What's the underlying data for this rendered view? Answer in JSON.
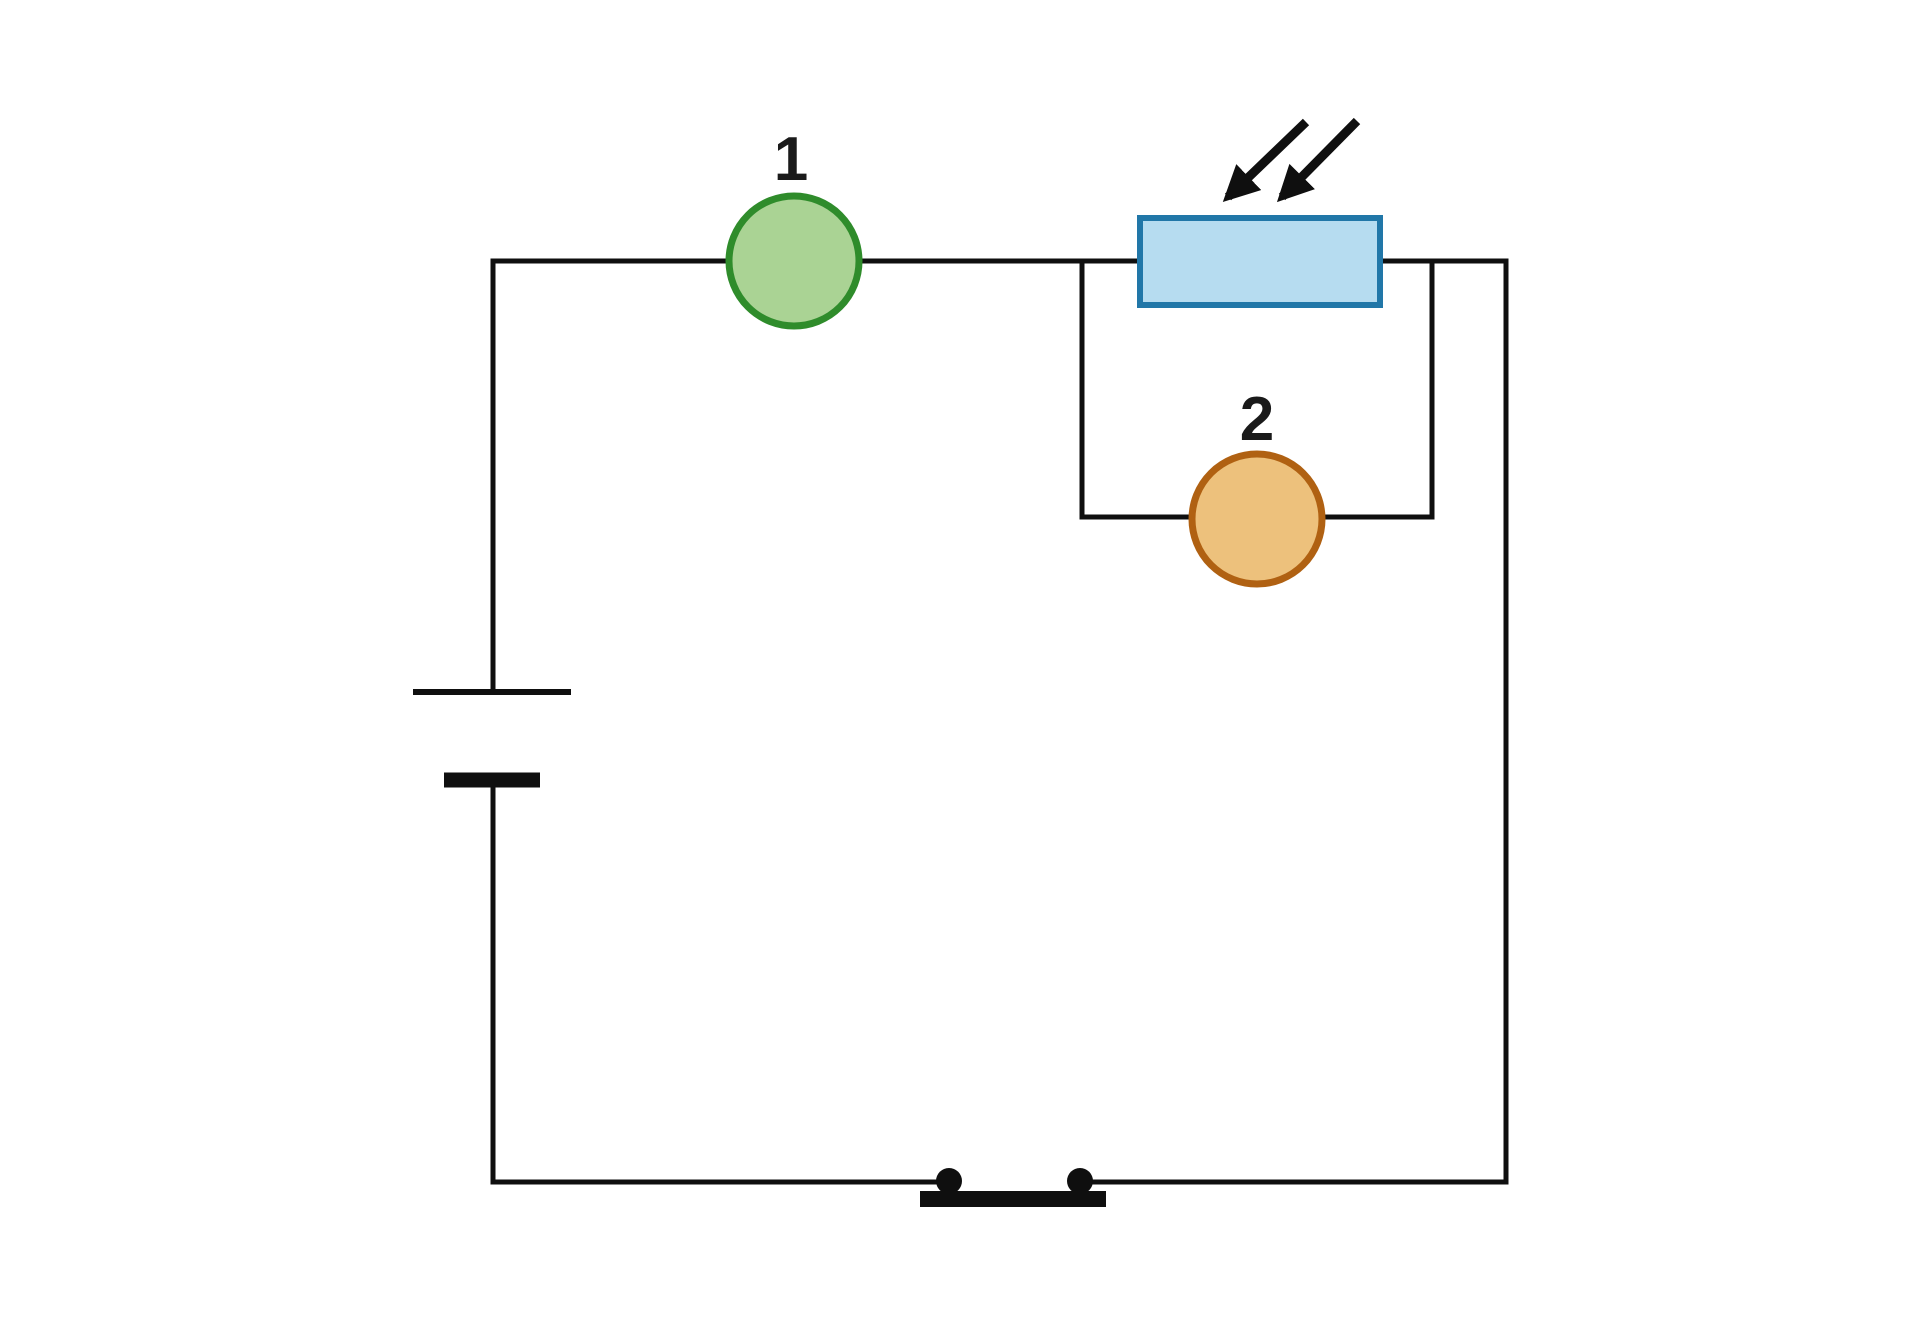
{
  "diagram": {
    "type": "electric-circuit-diagram",
    "background": "#ffffff"
  },
  "labels": {
    "meter1": "1",
    "meter2": "2"
  },
  "colors": {
    "wire": "#0f0f0f",
    "label_text": "#1a1a1a",
    "meter1_fill": "#aad394",
    "meter1_stroke": "#2f8c2b",
    "photoresistor_fill": "#b6dcf0",
    "photoresistor_stroke": "#2177a8",
    "meter2_fill": "#edc17c",
    "meter2_stroke": "#b06112"
  },
  "components": {
    "battery": "cell (long thin plate over short thick plate)",
    "meter1": "circular meter labeled 1 in series in top wire",
    "photoresistor": "light-dependent resistor rectangle with two incident light arrows",
    "meter2": "circular meter labeled 2 in parallel branch across the resistor",
    "switch": "normally-open push-button switch in bottom wire"
  }
}
